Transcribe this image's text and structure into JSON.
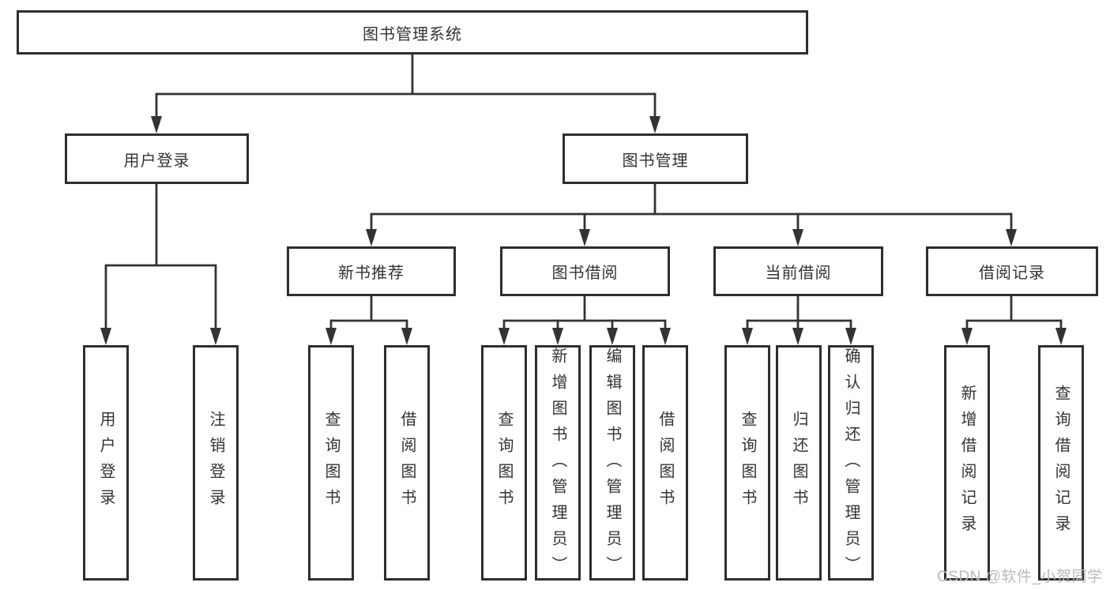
{
  "diagram": {
    "root": {
      "label": "图书管理系统"
    },
    "level2": [
      {
        "label": "用户登录"
      },
      {
        "label": "图书管理"
      }
    ],
    "level3": [
      {
        "label": "新书推荐"
      },
      {
        "label": "图书借阅"
      },
      {
        "label": "当前借阅"
      },
      {
        "label": "借阅记录"
      }
    ],
    "level4_groups": [
      {
        "parent": "用户登录",
        "items": [
          "用户登录",
          "注销登录"
        ]
      },
      {
        "parent": "新书推荐",
        "items": [
          "查询图书",
          "借阅图书"
        ]
      },
      {
        "parent": "图书借阅",
        "items": [
          "查询图书",
          "新增图书（管理员）",
          "编辑图书（管理员）",
          "借阅图书"
        ]
      },
      {
        "parent": "当前借阅",
        "items": [
          "查询图书",
          "归还图书",
          "确认归还（管理员）"
        ]
      },
      {
        "parent": "借阅记录",
        "items": [
          "新增借阅记录",
          "查询借阅记录"
        ]
      }
    ]
  },
  "watermark": {
    "text": "CSDN @软件_小贺同学"
  },
  "colors": {
    "line": "#333333",
    "box_border": "#2e2e2e",
    "text": "#333333",
    "background": "#ffffff",
    "watermark": "#b9b9b9"
  }
}
